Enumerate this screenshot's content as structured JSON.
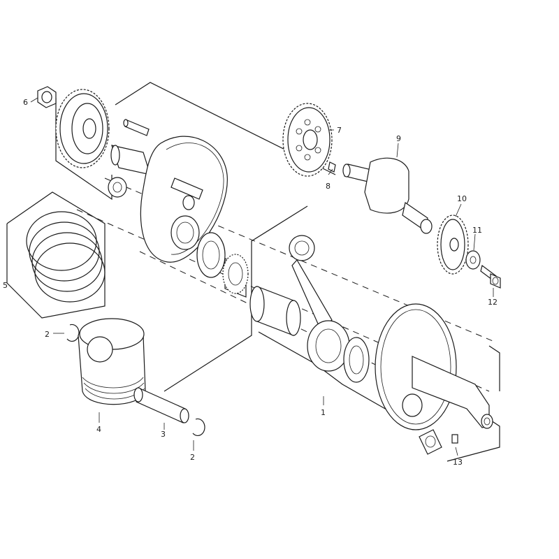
{
  "diagram": {
    "callouts": {
      "c1": "1",
      "c2a": "2",
      "c2b": "2",
      "c3": "3",
      "c4": "4",
      "c5": "5",
      "c6": "6",
      "c7": "7",
      "c8": "8",
      "c9": "9",
      "c10": "10",
      "c11": "11",
      "c12": "12",
      "c13": "13"
    }
  }
}
